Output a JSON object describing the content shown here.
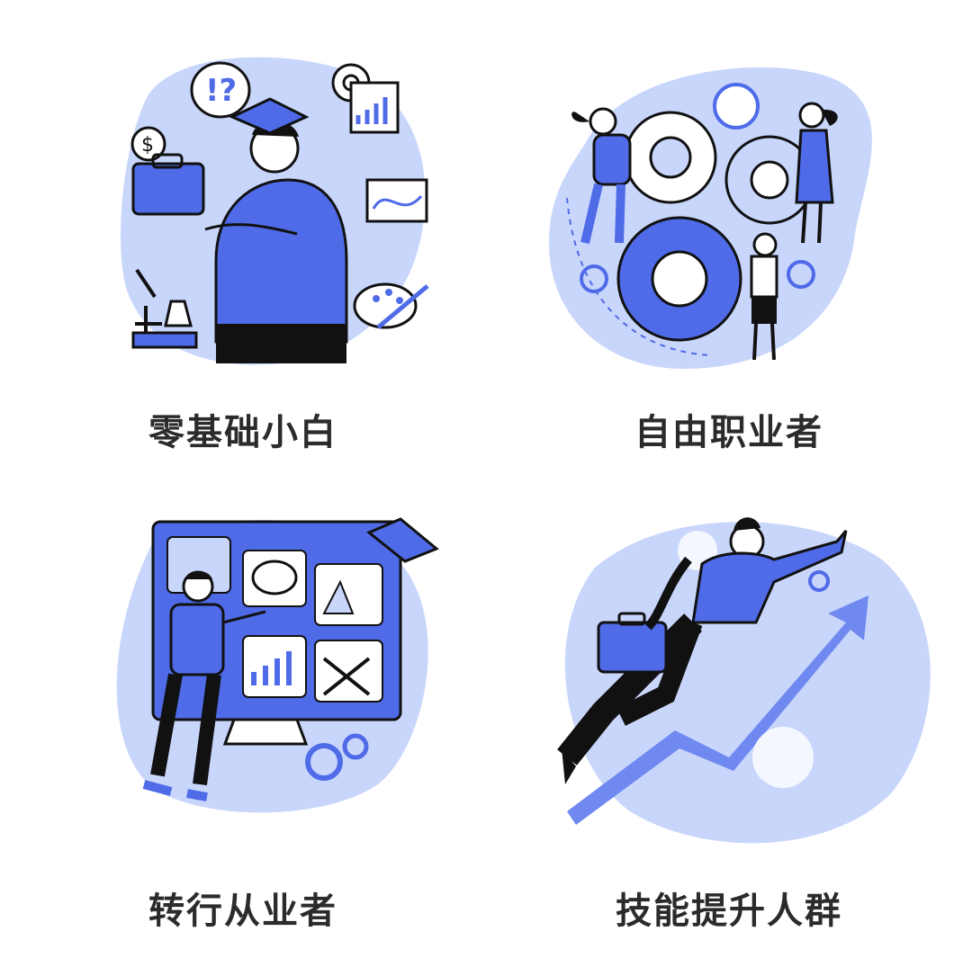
{
  "items": [
    {
      "label": "零基础小白",
      "icon": "student-thinking-icon"
    },
    {
      "label": "自由职业者",
      "icon": "gears-team-icon"
    },
    {
      "label": "转行从业者",
      "icon": "career-board-icon"
    },
    {
      "label": "技能提升人群",
      "icon": "flying-growth-icon"
    }
  ],
  "colors": {
    "accent": "#4f6be8",
    "light": "#c9d6fb",
    "ink": "#111111",
    "text": "#2b2b2b"
  }
}
